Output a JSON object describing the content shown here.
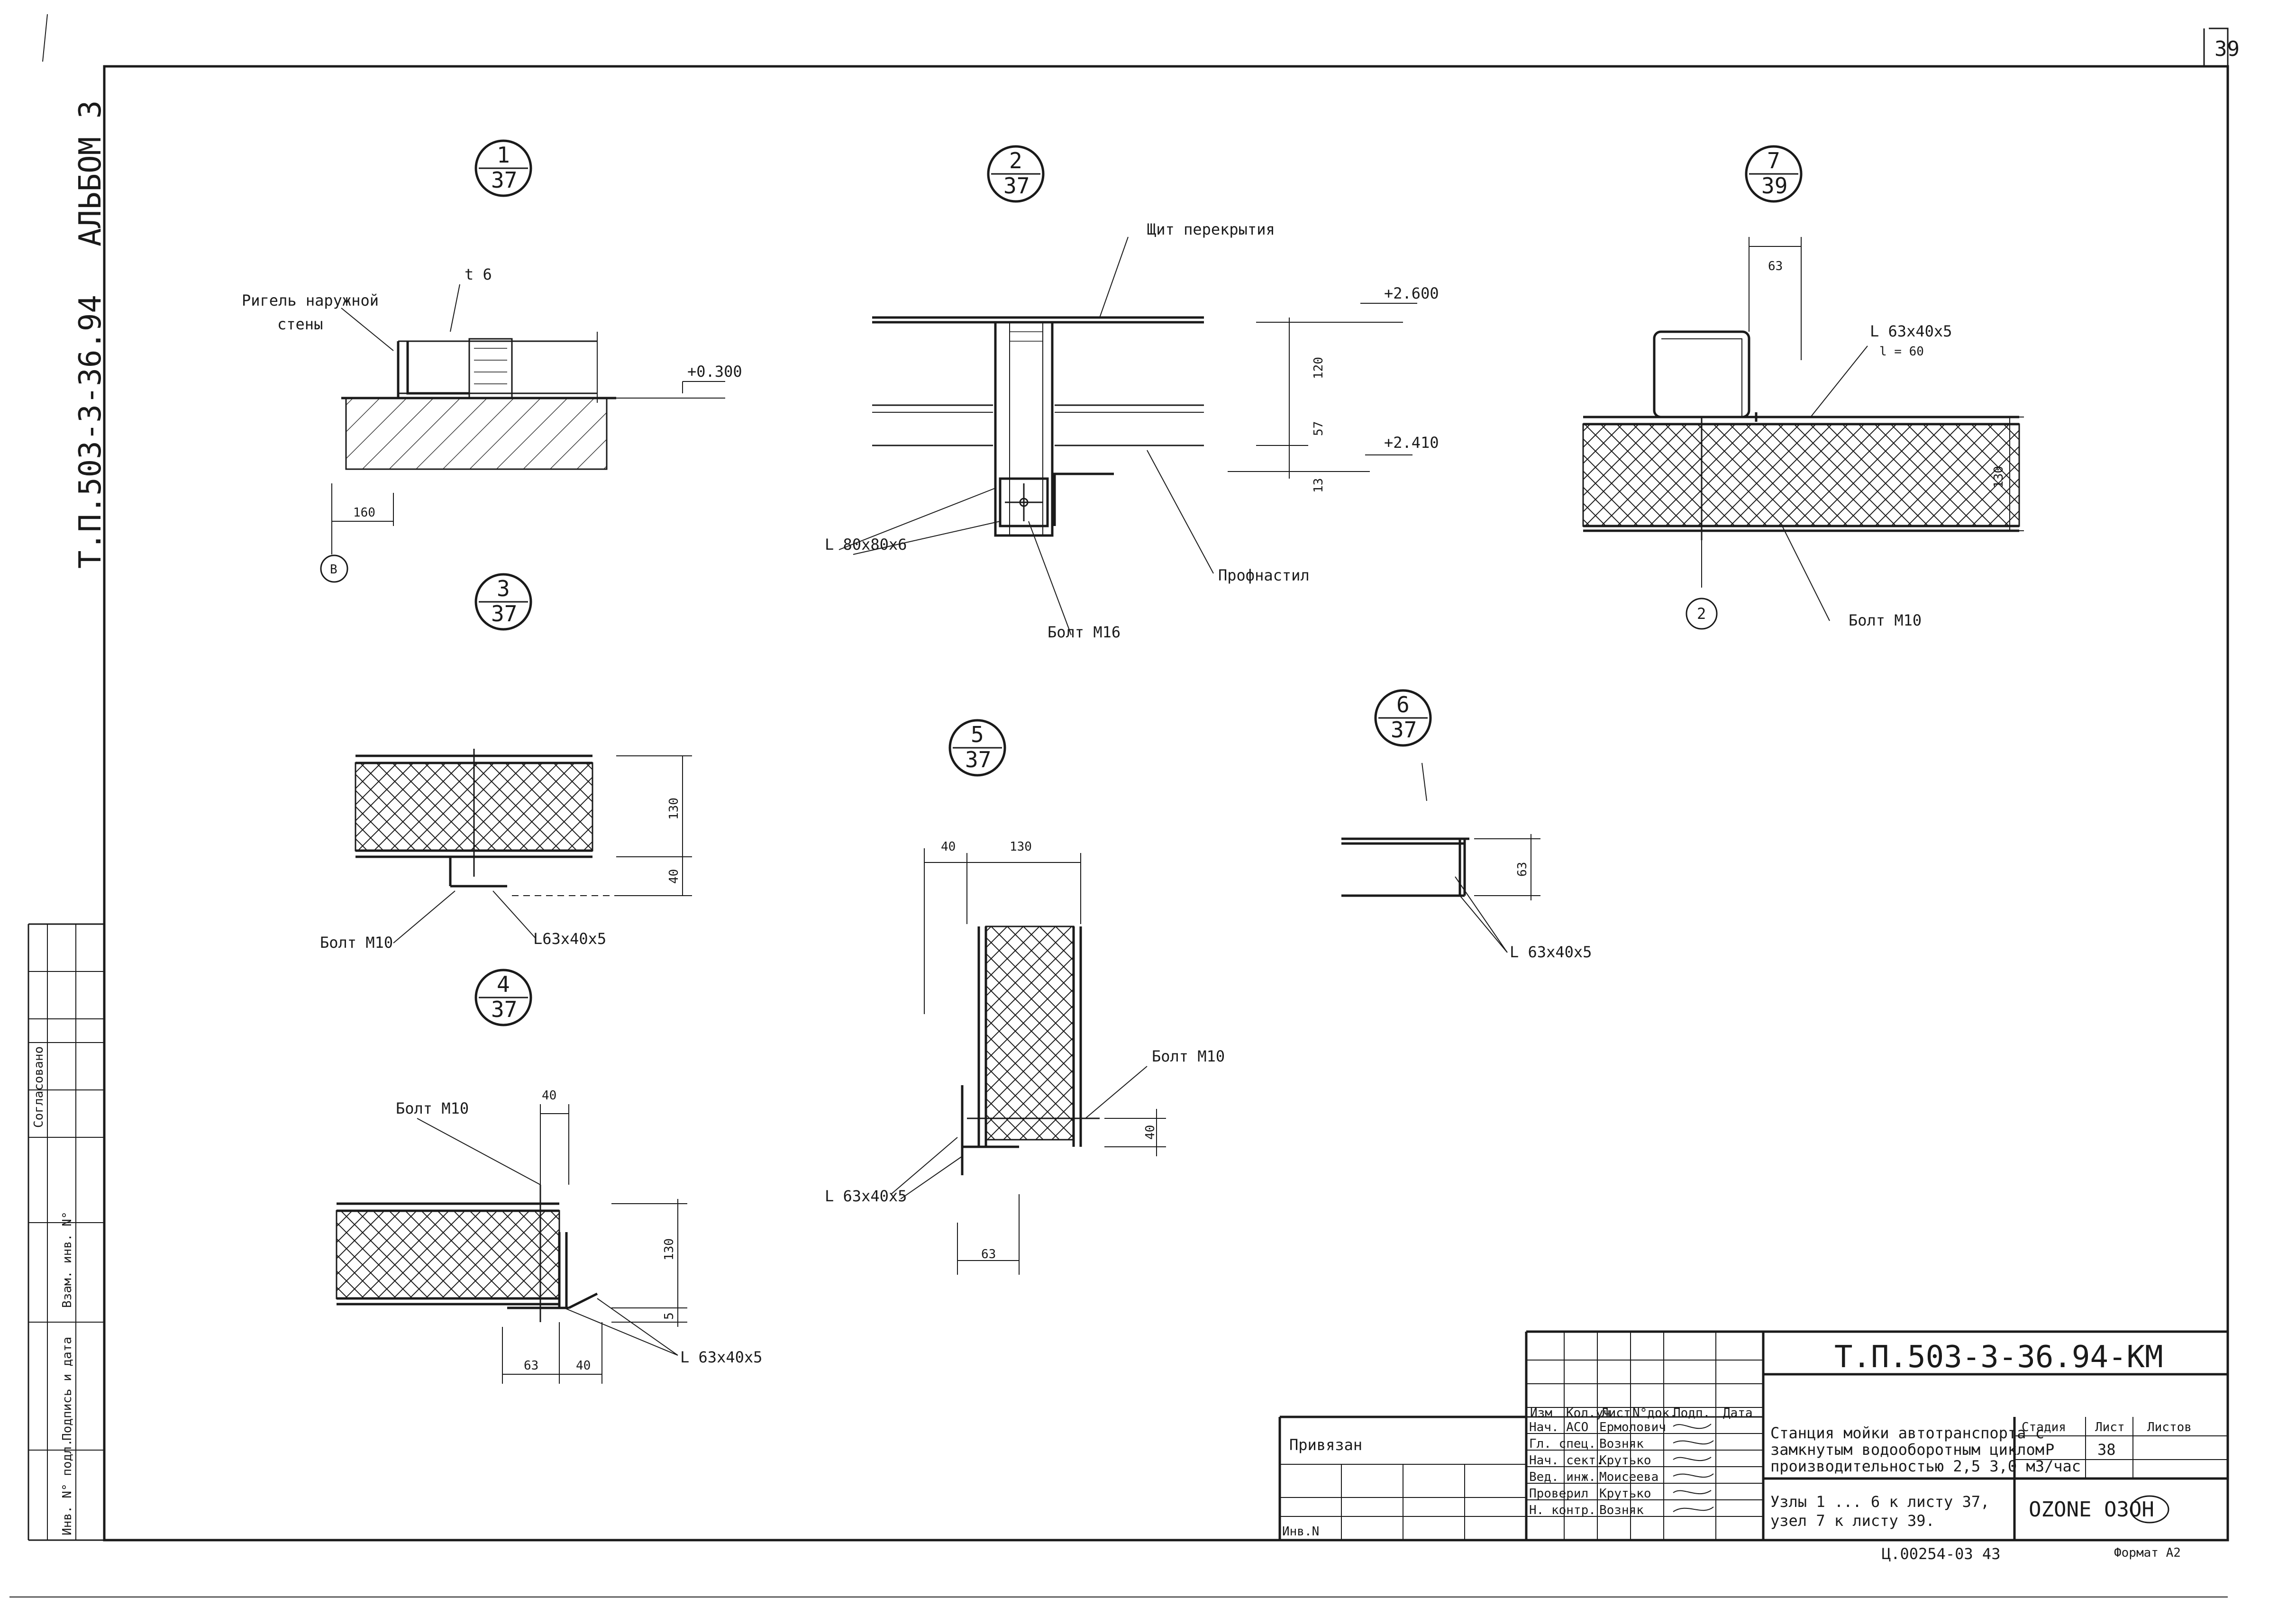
{
  "sheet_number": "39",
  "side": {
    "album": "АЛЬБОМ 3",
    "project_code": "Т.П.503-3-36.94",
    "stamp_fields": [
      "Согласовано",
      "Взам. инв. N°",
      "Подпись и дата",
      "Инв. N° подл."
    ]
  },
  "callouts": [
    {
      "id": "c1",
      "num": "1",
      "sheet": "37"
    },
    {
      "id": "c2",
      "num": "2",
      "sheet": "37"
    },
    {
      "id": "c7",
      "num": "7",
      "sheet": "39"
    },
    {
      "id": "c3",
      "num": "3",
      "sheet": "37"
    },
    {
      "id": "c6",
      "num": "6",
      "sheet": "37"
    },
    {
      "id": "c5",
      "num": "5",
      "sheet": "37"
    },
    {
      "id": "c4",
      "num": "4",
      "sheet": "37"
    }
  ],
  "node1": {
    "label_riegel": "Ригель наружной",
    "label_riegel2": "стены",
    "thickness": "t 6",
    "level": "+0.300",
    "dim": "160",
    "axis": "В"
  },
  "node2": {
    "label_shield": "Щит перекрытия",
    "level_top": "+2.600",
    "level_bottom": "+2.410",
    "dim1": "120",
    "dim2": "57",
    "dim3": "13",
    "angle": "L 80х80х6",
    "profile": "Профнастил",
    "bolt": "Болт М16"
  },
  "node7": {
    "dim_top": "63",
    "angle": "L 63х40х5",
    "angle_len": "l = 60",
    "dim_height": "130",
    "axis": "2",
    "bolt": "Болт М10"
  },
  "node3": {
    "dim1": "130",
    "dim2": "40",
    "bolt": "Болт М10",
    "angle": "L63х40х5"
  },
  "node6": {
    "dim": "63",
    "angle": "L 63х40х5"
  },
  "node5": {
    "dim_a": "40",
    "dim_b": "130",
    "bolt": "Болт М10",
    "dim_c": "40",
    "angle": "L 63х40х5",
    "dim_bottom": "63"
  },
  "node4": {
    "bolt": "Болт М10",
    "dim_top": "40",
    "dim_height": "130",
    "dim_small": "5",
    "dim_b1": "63",
    "dim_b2": "40",
    "angle": "L 63х40х5"
  },
  "titleblock": {
    "code": "Т.П.503-3-36.94-КМ",
    "privyazan": "Привязан",
    "inv": "Инв.N",
    "cols": [
      "Изм",
      "Кол.уч",
      "Лист",
      "N°док.",
      "Подп.",
      "Дата"
    ],
    "roles": [
      "Нач. АСО",
      "Гл. спец.",
      "Нач. сект.",
      "Вед. инж.",
      "Проверил",
      "Н. контр."
    ],
    "names": [
      "Ермолович",
      "Возняк",
      "Крутько",
      "Моисеева",
      "Крутько",
      "Возняк"
    ],
    "title_lines": [
      "Станция мойки автотранспорта с",
      "замкнутым водооборотным циклом",
      "производительностью 2,5 3,0 м3/час"
    ],
    "stage_head": "Стадия",
    "sheet_head": "Лист",
    "sheets_head": "Листов",
    "stage": "Р",
    "sheet": "38",
    "desc_lines": [
      "Узлы 1 ... 6 к листу 37,",
      "узел 7 к листу 39."
    ],
    "logo": "OZONE  ОЗОН",
    "format": "Формат А2",
    "footer_note": "Ц.00254-03     43"
  }
}
